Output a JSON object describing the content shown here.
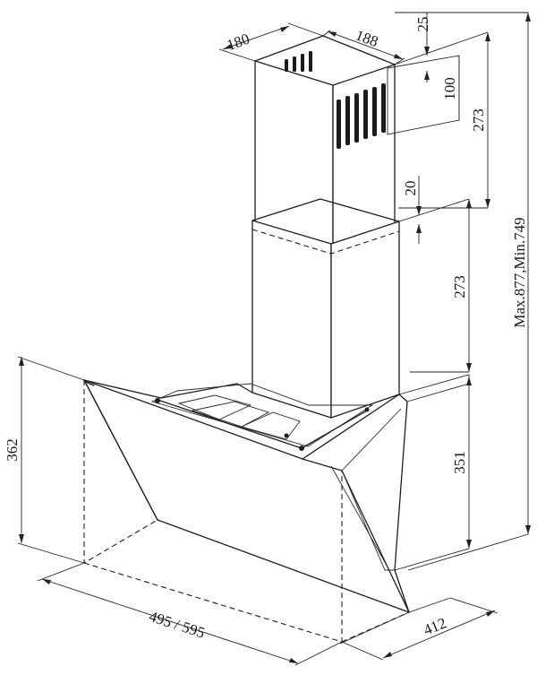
{
  "figure": {
    "dimensions": {
      "chimney_depth": "180",
      "chimney_width": "188",
      "top_offset": "25",
      "bracket_height": "100",
      "upper_chimney_height": "273",
      "gap": "20",
      "lower_chimney_height": "273",
      "canopy_height": "351",
      "overall_height": "Max.877,Min.749",
      "glass_height": "362",
      "width": "495 / 595",
      "depth": "412"
    }
  }
}
